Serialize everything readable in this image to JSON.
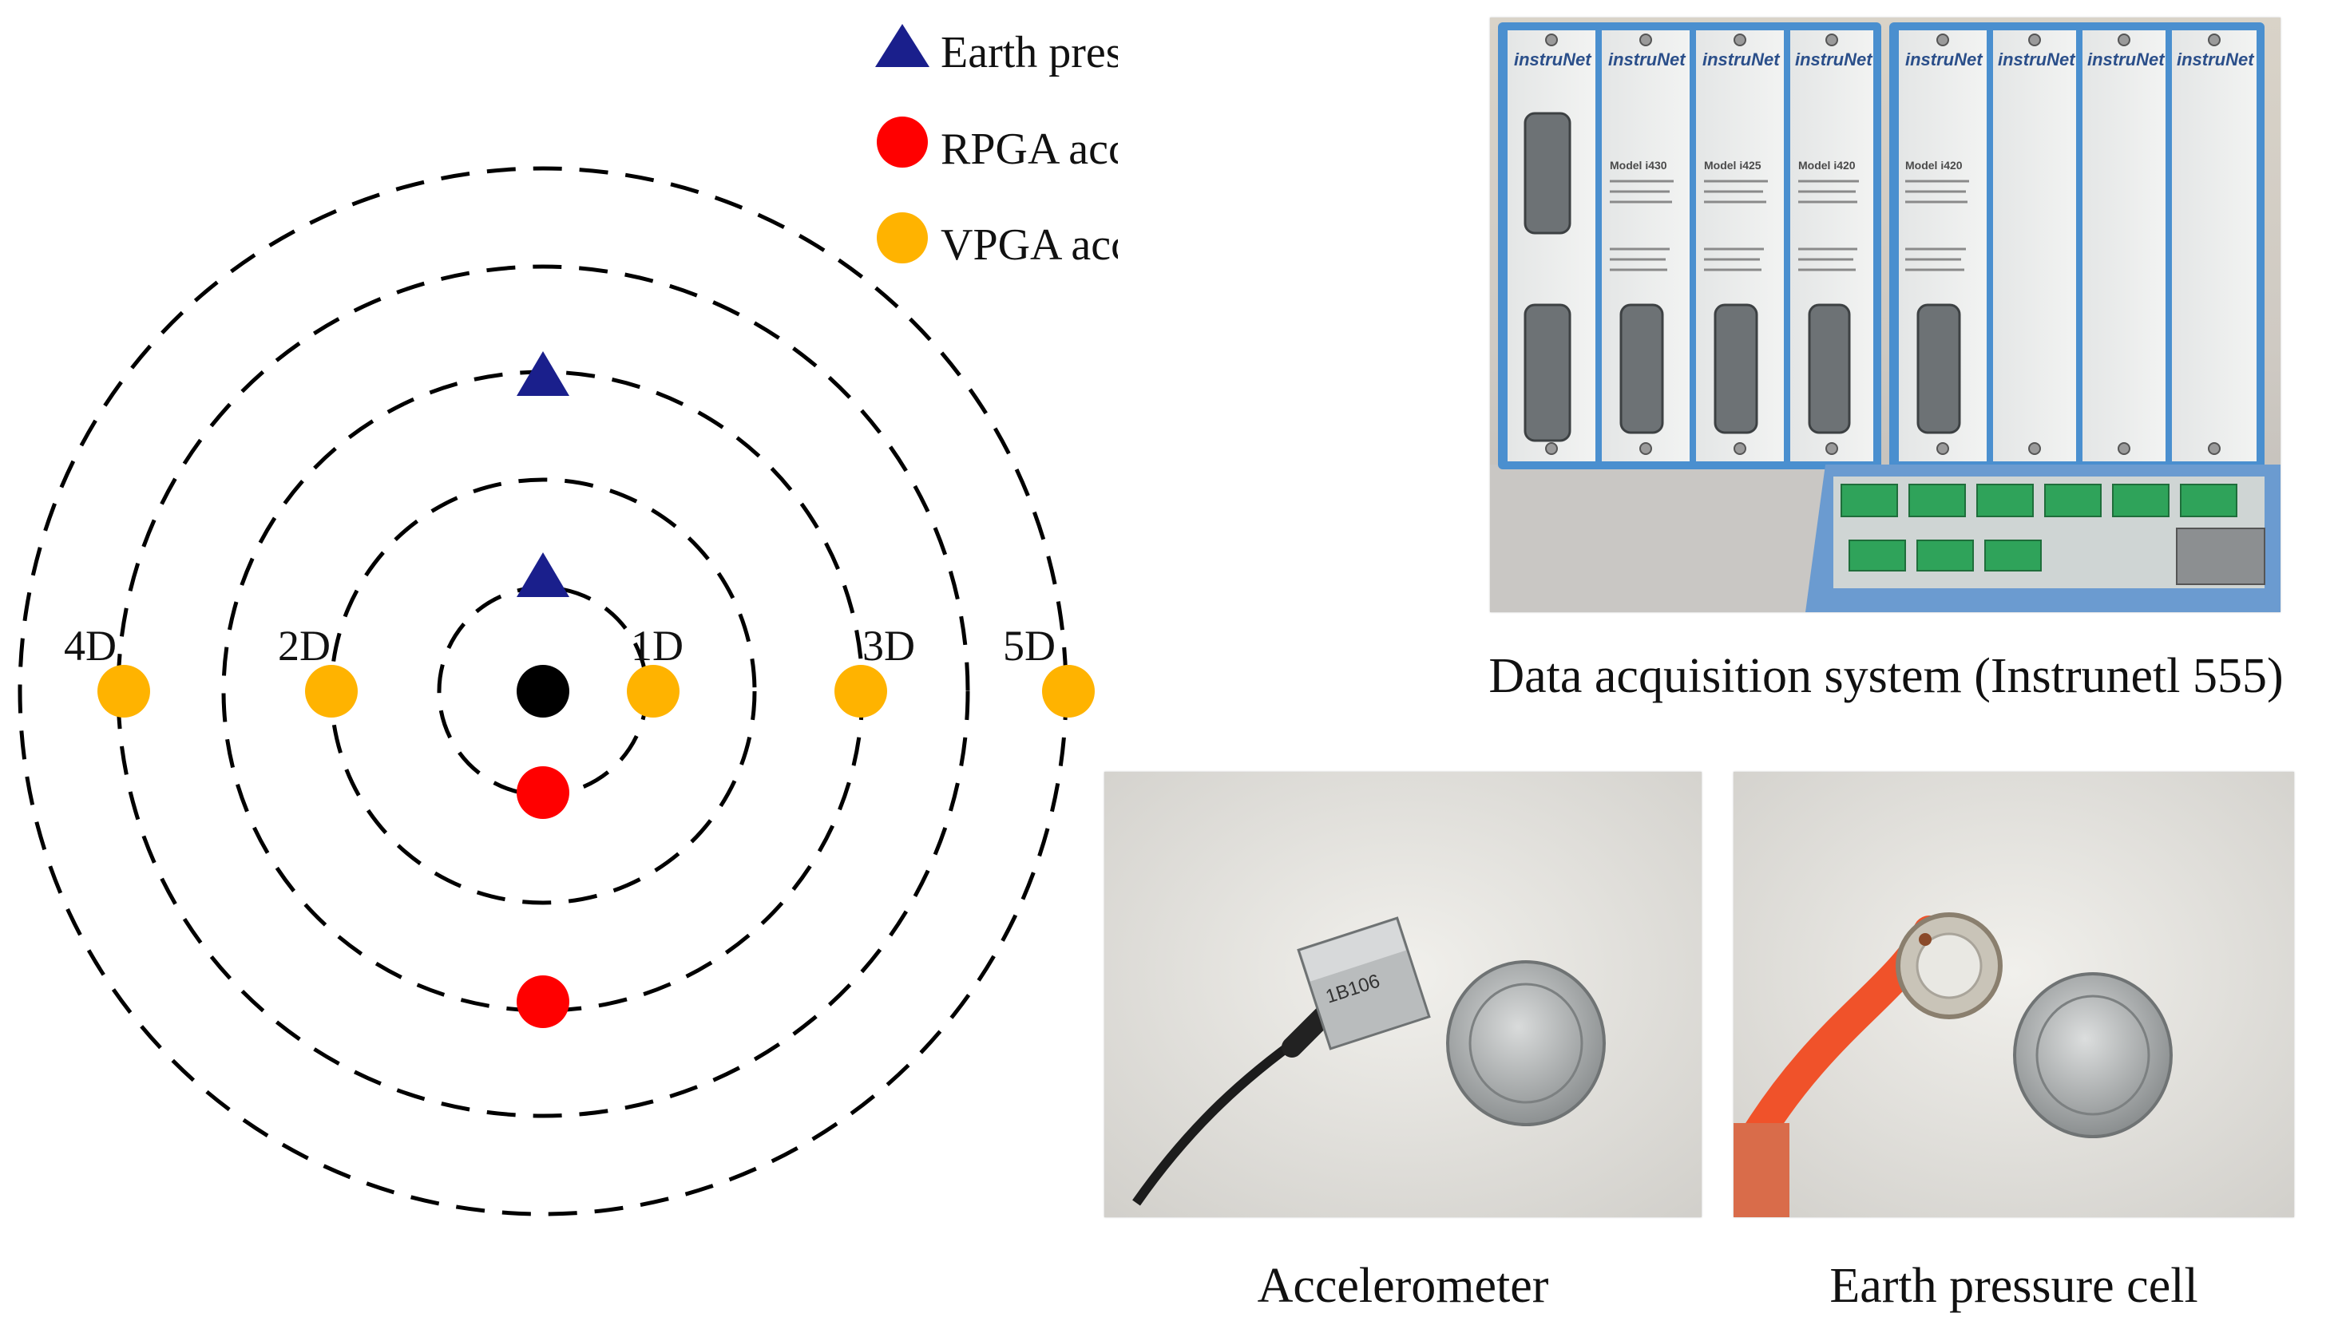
{
  "legend": [
    {
      "label": "Earth pressure cells",
      "marker": "triangle",
      "color": "#1a1f8c"
    },
    {
      "label": "RPGA accelerometers",
      "marker": "circle",
      "color": "#ff0000"
    },
    {
      "label": "VPGA accelerometers",
      "marker": "circle",
      "color": "#ffb300"
    }
  ],
  "distance_labels": [
    "4D",
    "2D",
    "1D",
    "3D",
    "5D"
  ],
  "pile_color": "#000000",
  "photos": {
    "daq_caption": "Data acquisition system (Instrunetl 555)",
    "accelerometer_caption": "Accelerometer",
    "pressure_cell_caption": "Earth pressure cell",
    "module_brand": "instruNet",
    "module_models": [
      "Model i430",
      "Model i425",
      "Model i420",
      "Model i420"
    ],
    "accelerometer_marking": "1B106"
  }
}
